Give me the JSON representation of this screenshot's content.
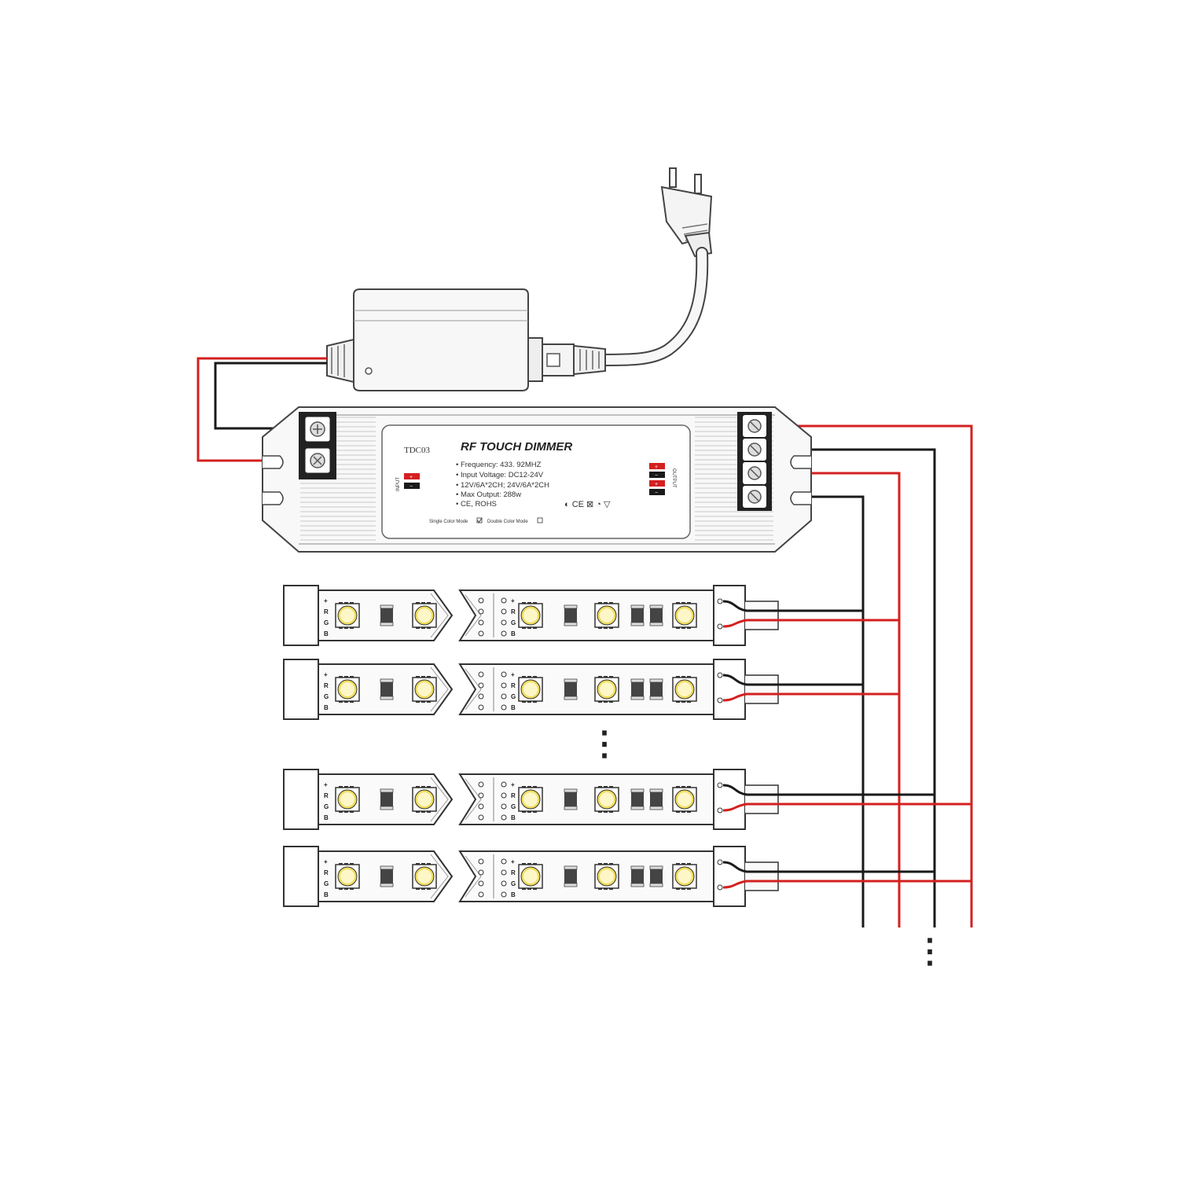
{
  "colors": {
    "positive_wire": "#d42020",
    "negative_wire": "#1a1a1a",
    "outline": "#3a3a3a",
    "led_face": "#fdf7c8",
    "led_ring": "#f0dd60",
    "housing": "#f6f6f6"
  },
  "dimmer": {
    "model": "TDC03",
    "title": "RF TOUCH DIMMER",
    "specs": [
      "Frequency: 433. 92MHZ",
      "Input Voltage: DC12-24V",
      "12V/6A*2CH; 24V/6A*2CH",
      "Max Output: 288w",
      "CE, ROHS"
    ],
    "input_label": "INPUT",
    "output_label": "OUTPUT",
    "plus_sign": "+",
    "minus_sign": "−",
    "mode_single": "Single Color Mode",
    "mode_double": "Double Color Mode",
    "cert_marks": "◐ CE ⊠ ◔ ▽"
  },
  "strip": {
    "pin_labels": [
      "+",
      "R",
      "G",
      "B"
    ]
  },
  "continuation_mark": "⋮",
  "icons": [
    "power-plug-icon",
    "power-adapter-icon",
    "screw-terminal-icon",
    "led-chip-icon",
    "resistor-icon"
  ]
}
